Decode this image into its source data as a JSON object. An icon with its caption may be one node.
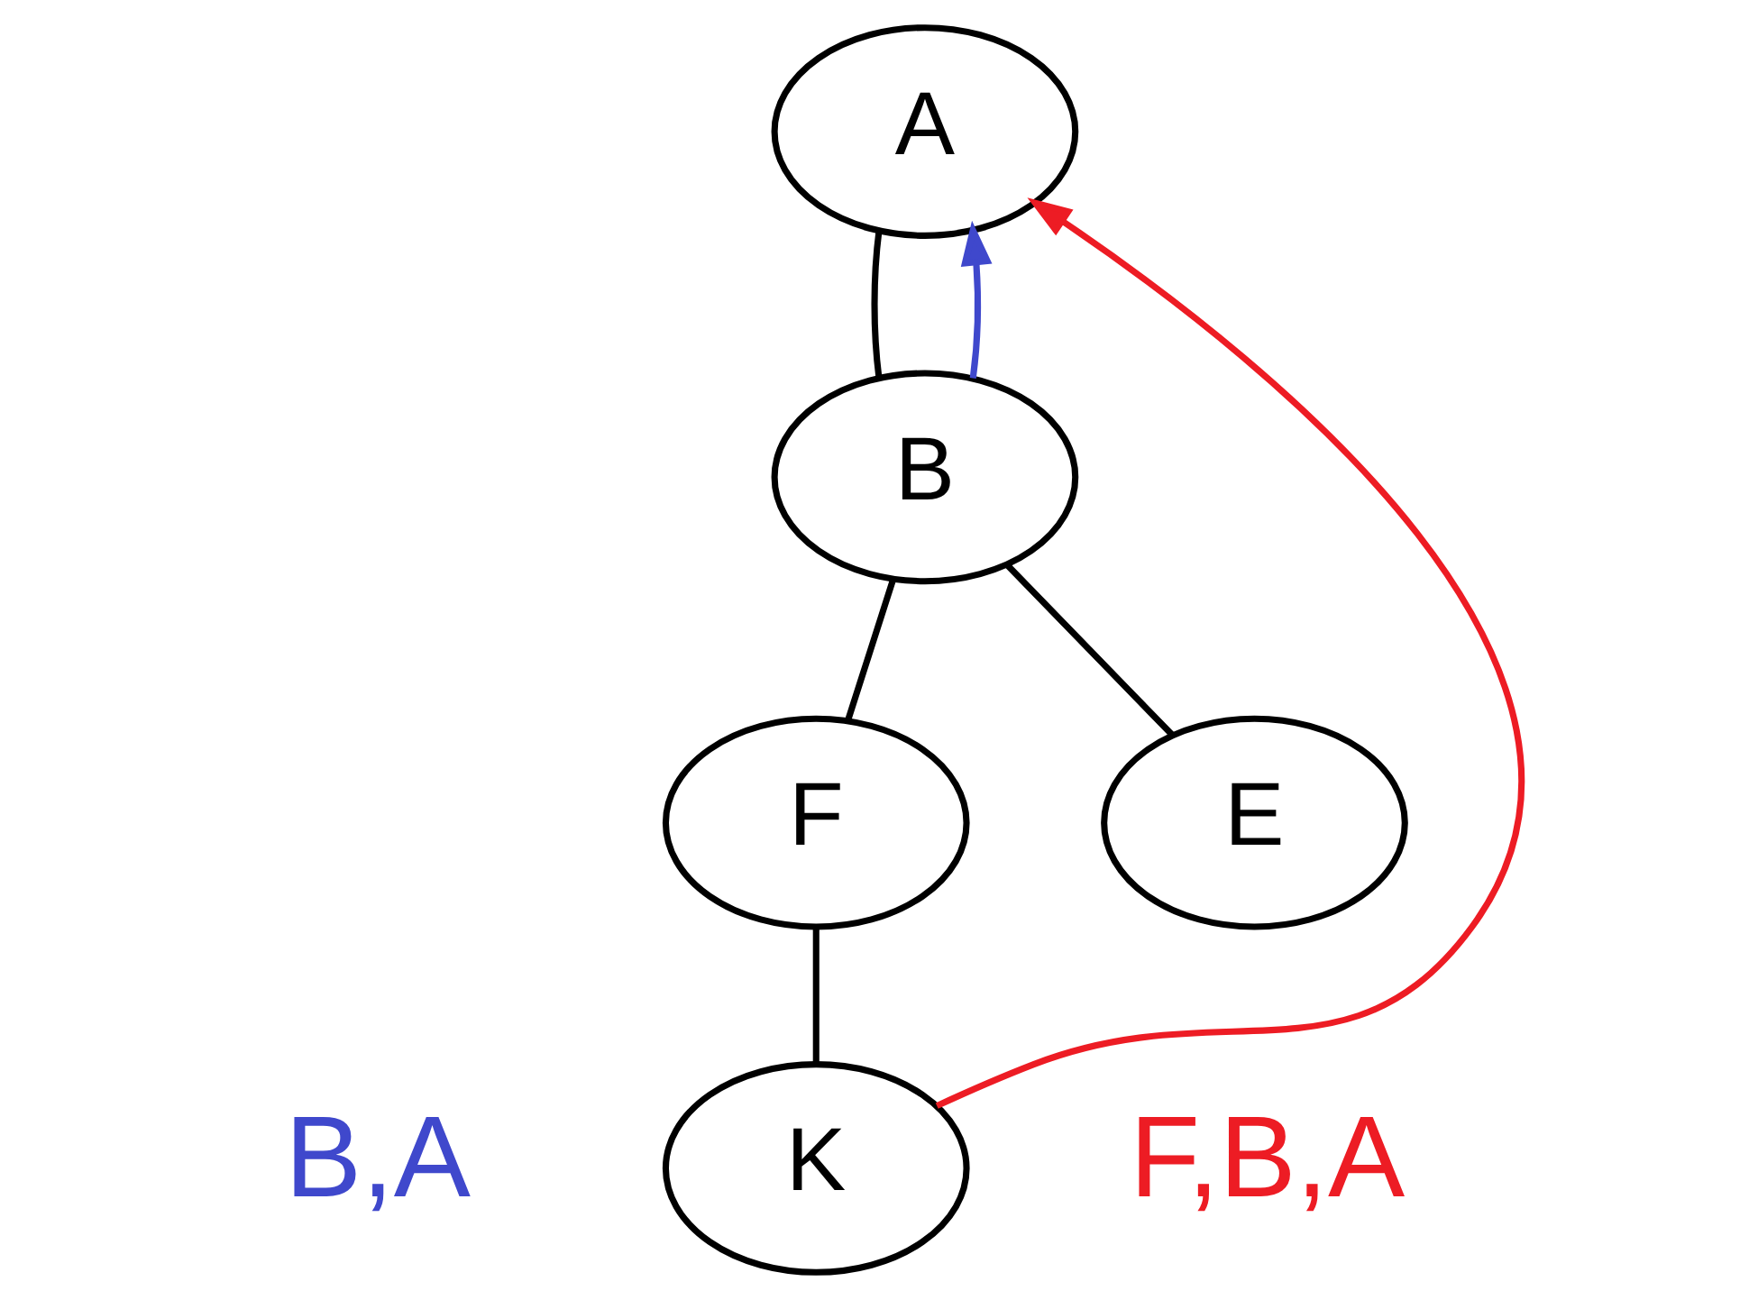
{
  "diagram": {
    "nodes": [
      {
        "text": [
          "A"
        ]
      },
      {
        "text": [
          "B"
        ]
      },
      {
        "text": [
          "F"
        ]
      },
      {
        "text": [
          "E"
        ]
      },
      {
        "text": [
          "K"
        ]
      }
    ],
    "edges": [
      {
        "from": 0,
        "to": 1,
        "arrow": "none"
      },
      {
        "from": 1,
        "to": 3,
        "arrow": "none"
      },
      {
        "from": 1,
        "to": 2,
        "arrow": "none"
      },
      {
        "from": 2,
        "to": 4,
        "arrow": "none"
      },
      {
        "from": 1,
        "to": 0,
        "arrow": "to",
        "color": "#3f48cc"
      },
      {
        "from": 4,
        "to": 0,
        "arrow": "to",
        "color": "#ed1c24"
      }
    ],
    "labels": [
      "B,A",
      "F,B,A"
    ]
  }
}
